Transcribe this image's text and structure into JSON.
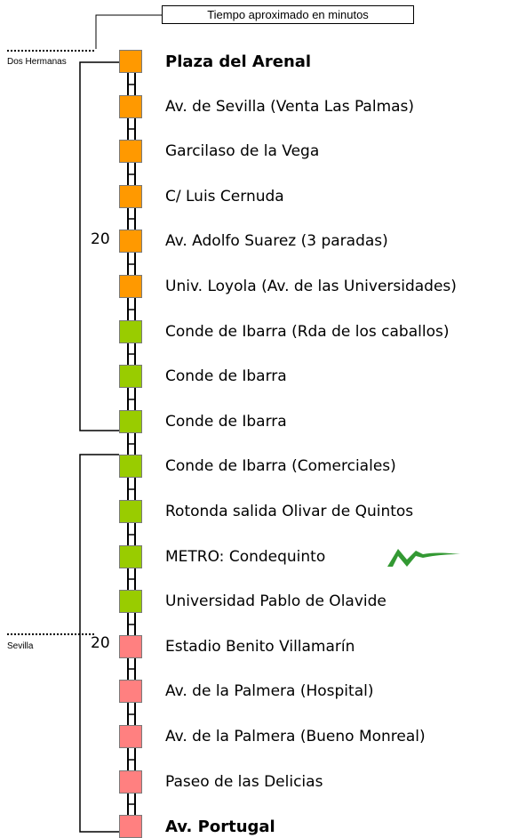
{
  "legend": "Tiempo aproximado en minutos",
  "zones": [
    {
      "label": "Dos Hermanas"
    },
    {
      "label": "Sevilla"
    }
  ],
  "minutes": [
    "20",
    "20"
  ],
  "stops": [
    {
      "label": "Plaza del Arenal",
      "color": "#ff9900",
      "bold": true
    },
    {
      "label": "Av. de Sevilla (Venta Las Palmas)",
      "color": "#ff9900",
      "bold": false
    },
    {
      "label": "Garcilaso de la Vega",
      "color": "#ff9900",
      "bold": false
    },
    {
      "label": "C/ Luis Cernuda",
      "color": "#ff9900",
      "bold": false
    },
    {
      "label": "Av. Adolfo Suarez (3 paradas)",
      "color": "#ff9900",
      "bold": false
    },
    {
      "label": "Univ. Loyola (Av. de las Universidades)",
      "color": "#ff9900",
      "bold": false
    },
    {
      "label": "Conde de Ibarra (Rda de los caballos)",
      "color": "#99cc00",
      "bold": false
    },
    {
      "label": "Conde de Ibarra",
      "color": "#99cc00",
      "bold": false
    },
    {
      "label": "Conde de Ibarra",
      "color": "#99cc00",
      "bold": false
    },
    {
      "label": "Conde de Ibarra (Comerciales)",
      "color": "#99cc00",
      "bold": false
    },
    {
      "label": "Rotonda salida Olivar de Quintos",
      "color": "#99cc00",
      "bold": false
    },
    {
      "label": "METRO: Condequinto",
      "color": "#99cc00",
      "bold": false
    },
    {
      "label": "Universidad Pablo de Olavide",
      "color": "#99cc00",
      "bold": false
    },
    {
      "label": "Estadio Benito Villamarín",
      "color": "#ff8080",
      "bold": false
    },
    {
      "label": "Av. de la Palmera (Hospital)",
      "color": "#ff8080",
      "bold": false
    },
    {
      "label": "Av. de la Palmera (Bueno Monreal)",
      "color": "#ff8080",
      "bold": false
    },
    {
      "label": "Paseo de las Delicias",
      "color": "#ff8080",
      "bold": false
    },
    {
      "label": "Av. Portugal",
      "color": "#ff8080",
      "bold": true
    }
  ],
  "icons": {
    "metro": "metro-logo-icon"
  },
  "colors": {
    "orange": "#ff9900",
    "green": "#99cc00",
    "pink": "#ff8080",
    "metro_logo": "#339933"
  }
}
